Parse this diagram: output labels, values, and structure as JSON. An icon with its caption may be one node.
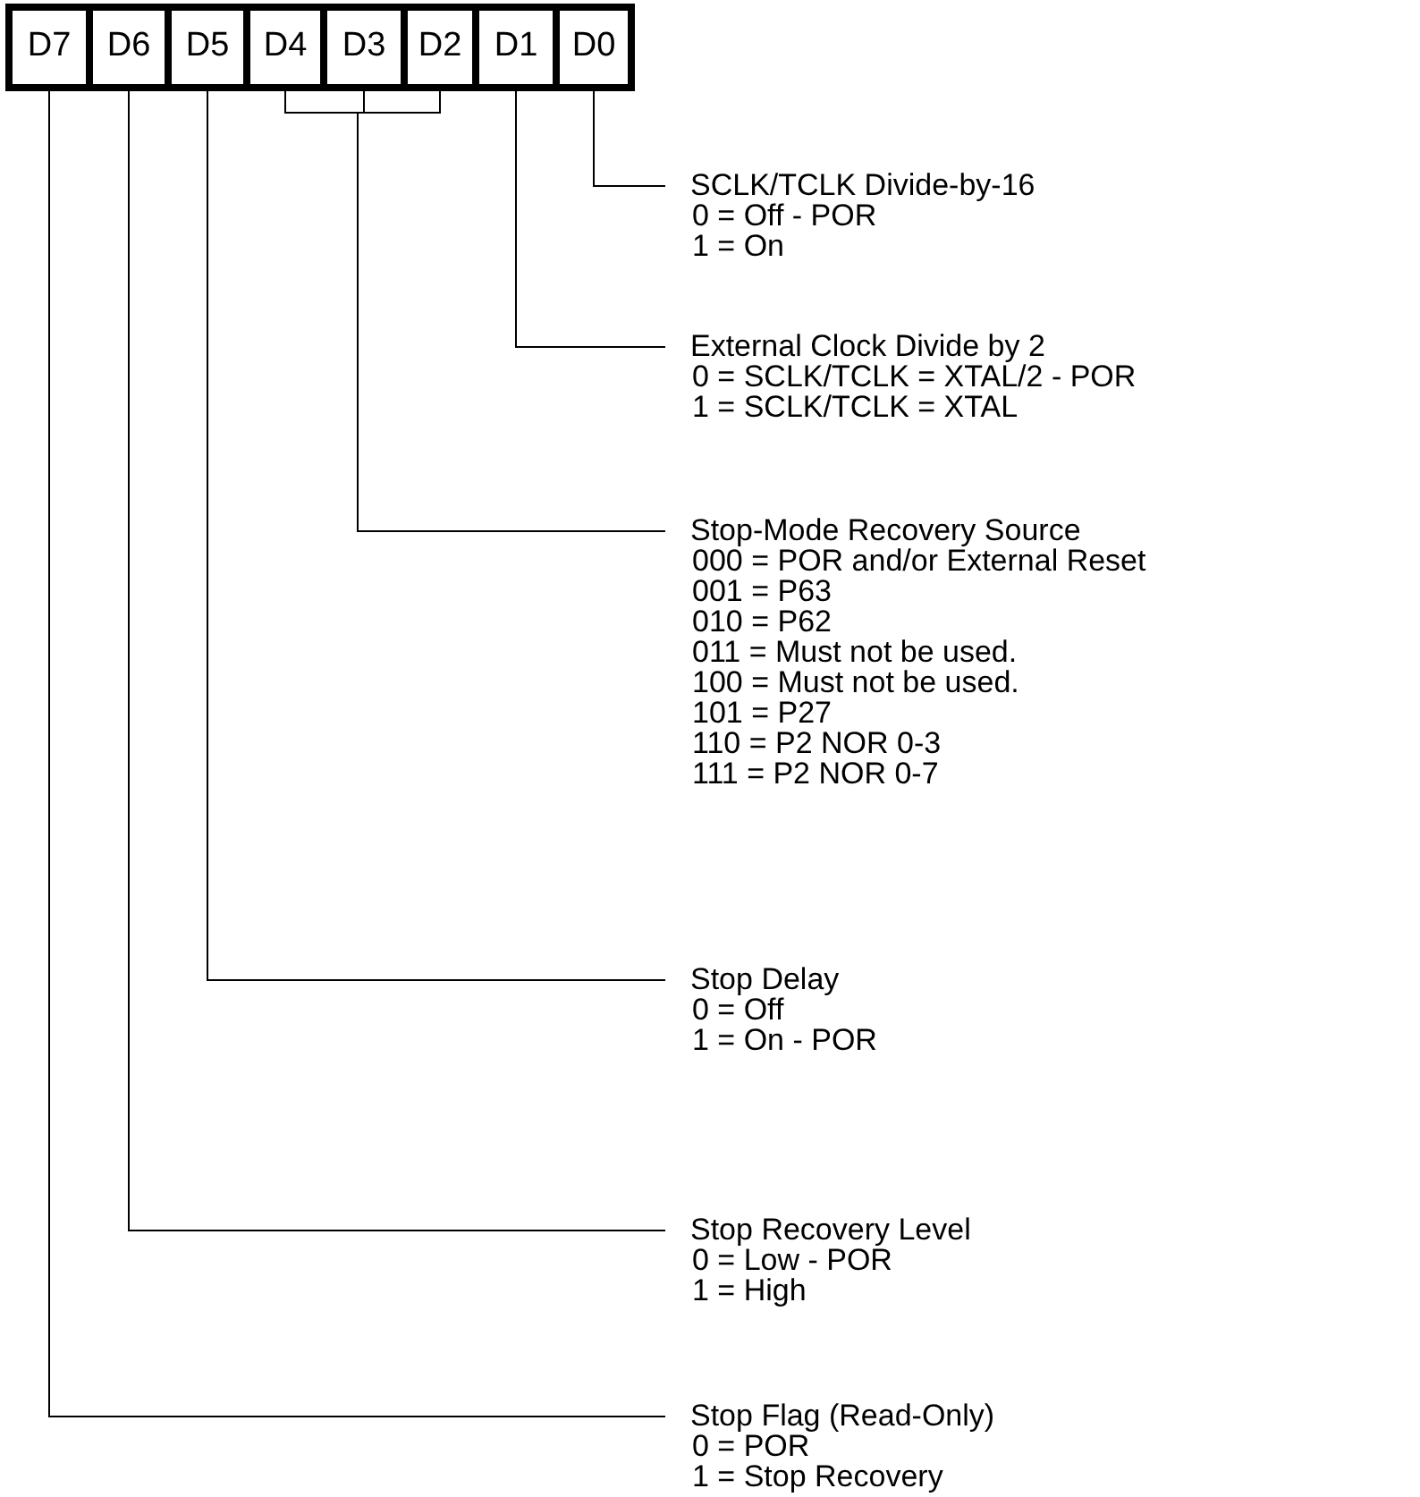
{
  "diagram": {
    "nodes": [
      {
        "text": [
          "D7"
        ]
      },
      {
        "text": [
          "D6"
        ]
      },
      {
        "text": [
          "D5"
        ]
      },
      {
        "text": [
          "D4"
        ]
      },
      {
        "text": [
          "D3"
        ]
      },
      {
        "text": [
          "D2"
        ]
      },
      {
        "text": [
          "D1"
        ]
      },
      {
        "text": [
          "D0"
        ]
      },
      {
        "text": [
          "SCLK/TCLK Divide-by-16",
          "0 = Off - POR",
          "1 = On"
        ]
      },
      {
        "text": [
          "External Clock Divide by 2",
          "0 = SCLK/TCLK = XTAL/2 - POR",
          "1 = SCLK/TCLK = XTAL"
        ]
      },
      {
        "text": [
          "Stop-Mode Recovery Source",
          "000 = POR and/or External Reset",
          "001 = P63",
          "010 = P62",
          "011 = Must not be used.",
          "100 = Must not be used.",
          "101 = P27",
          "110 = P2 NOR 0-3",
          "111 = P2 NOR 0-7"
        ]
      },
      {
        "text": [
          "Stop Delay",
          "0 = Off",
          "1 = On - POR"
        ]
      },
      {
        "text": [
          "Stop Recovery Level",
          "0 = Low - POR",
          "1 = High"
        ]
      },
      {
        "text": [
          "Stop Flag (Read-Only)",
          "0 = POR",
          "1 = Stop Recovery"
        ]
      }
    ],
    "edges": [
      {
        "from": 7,
        "to": 8,
        "arrow": "none"
      },
      {
        "from": 6,
        "to": 9,
        "arrow": "none"
      },
      {
        "from": 3,
        "to": 10,
        "arrow": "none"
      },
      {
        "from": 4,
        "to": 10,
        "arrow": "none"
      },
      {
        "from": 5,
        "to": 10,
        "arrow": "none"
      },
      {
        "from": 2,
        "to": 11,
        "arrow": "none"
      },
      {
        "from": 1,
        "to": 12,
        "arrow": "none"
      },
      {
        "from": 0,
        "to": 13,
        "arrow": "none"
      }
    ]
  }
}
